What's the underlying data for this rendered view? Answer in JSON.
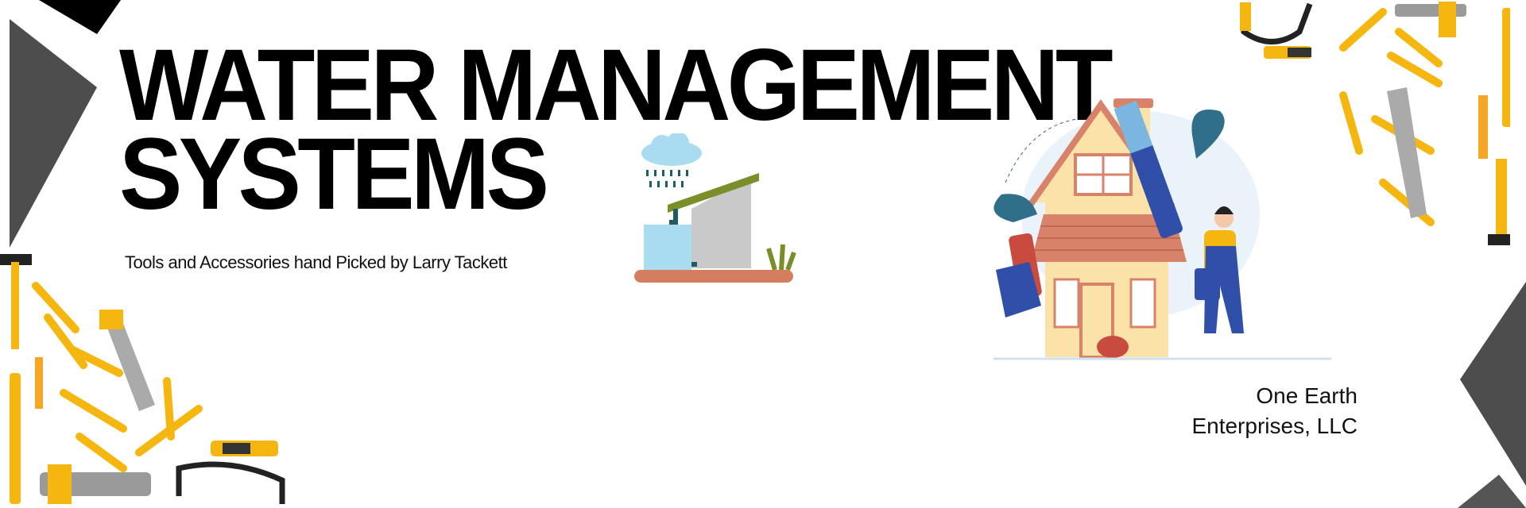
{
  "title": {
    "line1": "WATER MANAGEMENT",
    "line2": "SYSTEMS"
  },
  "subtitle": "Tools and Accessories hand Picked by Larry Tackett",
  "company": {
    "line1": "One Earth",
    "line2": "Enterprises, LLC"
  },
  "colors": {
    "dark_gray": "#4d4d4d",
    "black": "#000000",
    "tool_yellow": "#f5b70f",
    "house_wall": "#fbe2a8",
    "roof": "#d9826a",
    "blue": "#2f4fa8"
  }
}
